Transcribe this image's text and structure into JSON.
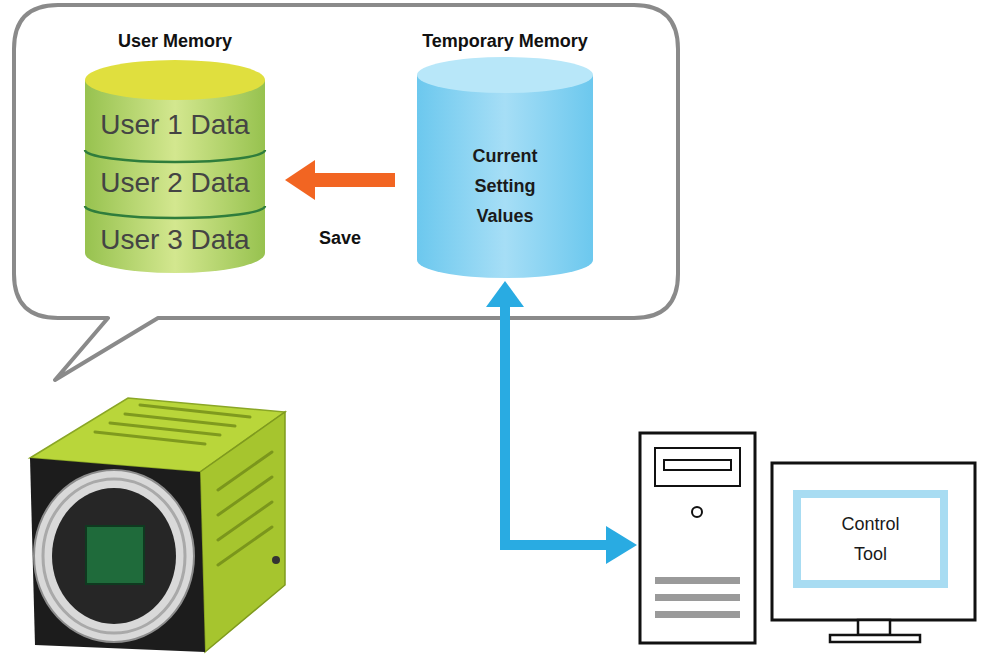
{
  "diagram": {
    "nodes": [
      {
        "text": [
          "User Memory"
        ]
      },
      {
        "text": [
          "User 1 Data"
        ],
        "in": 0
      },
      {
        "text": [
          "User 2 Data"
        ],
        "in": 0
      },
      {
        "text": [
          "User 3 Data"
        ],
        "in": 0
      },
      {
        "text": [
          "Temporary Memory",
          "Current Setting Values"
        ]
      },
      {
        "text": [
          "Control Tool"
        ]
      }
    ],
    "edges": [
      {
        "from": 4,
        "to": 0,
        "arrow": "to",
        "label": "Save"
      }
    ]
  }
}
